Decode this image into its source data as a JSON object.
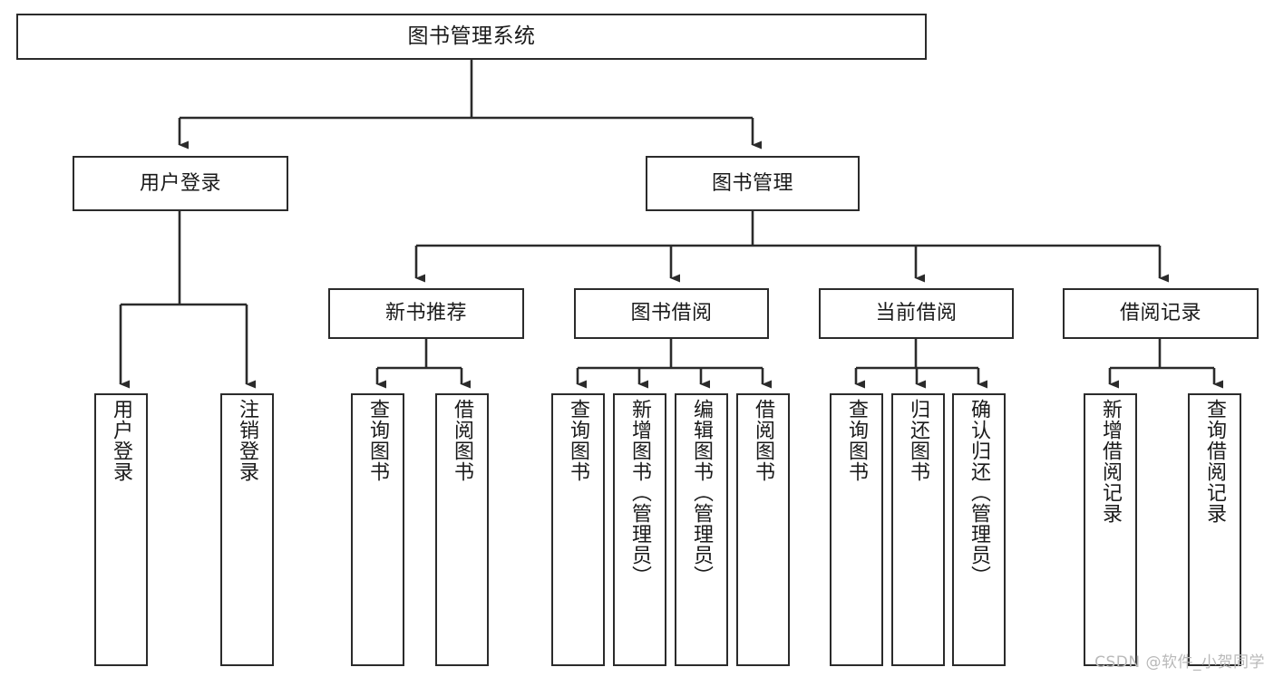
{
  "diagram": {
    "type": "tree",
    "title": "图书管理系统",
    "watermark": "CSDN @软件_小贺同学",
    "colors": {
      "stroke": "#2b2b2b",
      "text": "#1a1a1a",
      "background": "#ffffff",
      "watermark": "#b9b9b9"
    },
    "nodes": {
      "root": {
        "label": "图书管理系统"
      },
      "level1": [
        {
          "label": "用户登录"
        },
        {
          "label": "图书管理"
        }
      ],
      "level2": [
        {
          "label": "新书推荐"
        },
        {
          "label": "图书借阅"
        },
        {
          "label": "当前借阅"
        },
        {
          "label": "借阅记录"
        }
      ],
      "leaves": [
        {
          "label": "用户登录"
        },
        {
          "label": "注销登录"
        },
        {
          "label": "查询图书"
        },
        {
          "label": "借阅图书"
        },
        {
          "label": "查询图书"
        },
        {
          "label": "新增图书（管理员）"
        },
        {
          "label": "编辑图书（管理员）"
        },
        {
          "label": "借阅图书"
        },
        {
          "label": "查询图书"
        },
        {
          "label": "归还图书"
        },
        {
          "label": "确认归还（管理员）"
        },
        {
          "label": "新增借阅记录"
        },
        {
          "label": "查询借阅记录"
        }
      ]
    },
    "edges": [
      {
        "from": "图书管理系统",
        "to": "用户登录"
      },
      {
        "from": "图书管理系统",
        "to": "图书管理"
      },
      {
        "from": "用户登录",
        "to": "用户登录"
      },
      {
        "from": "用户登录",
        "to": "注销登录"
      },
      {
        "from": "图书管理",
        "to": "新书推荐"
      },
      {
        "from": "图书管理",
        "to": "图书借阅"
      },
      {
        "from": "图书管理",
        "to": "当前借阅"
      },
      {
        "from": "图书管理",
        "to": "借阅记录"
      },
      {
        "from": "新书推荐",
        "to": "查询图书"
      },
      {
        "from": "新书推荐",
        "to": "借阅图书"
      },
      {
        "from": "图书借阅",
        "to": "查询图书"
      },
      {
        "from": "图书借阅",
        "to": "新增图书（管理员）"
      },
      {
        "from": "图书借阅",
        "to": "编辑图书（管理员）"
      },
      {
        "from": "图书借阅",
        "to": "借阅图书"
      },
      {
        "from": "当前借阅",
        "to": "查询图书"
      },
      {
        "from": "当前借阅",
        "to": "归还图书"
      },
      {
        "from": "当前借阅",
        "to": "确认归还（管理员）"
      },
      {
        "from": "借阅记录",
        "to": "新增借阅记录"
      },
      {
        "from": "借阅记录",
        "to": "查询借阅记录"
      }
    ]
  }
}
